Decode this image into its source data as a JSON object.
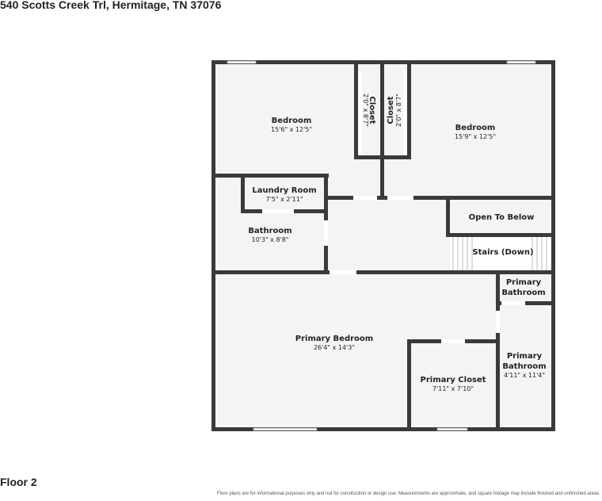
{
  "header": {
    "address": "540 Scotts Creek Trl, Hermitage, TN 37076"
  },
  "footer": {
    "floor_label": "Floor 2",
    "disclaimer": "Floor plans are for informational purposes only and not for construction or design use. Measurements are approximate, and square footage may include finished and unfinished areas."
  },
  "rooms": {
    "bedroom_left": {
      "name": "Bedroom",
      "dims": "15'6\" x 12'5\""
    },
    "closet_left": {
      "name": "Closet",
      "dims": "2'0\" x 8'7\""
    },
    "closet_right": {
      "name": "Closet",
      "dims": "2'0\" x 8'7\""
    },
    "bedroom_right": {
      "name": "Bedroom",
      "dims": "15'9\" x 12'5\""
    },
    "laundry": {
      "name": "Laundry Room",
      "dims": "7'5\" x 2'11\""
    },
    "bathroom": {
      "name": "Bathroom",
      "dims": "10'3\" x 8'8\""
    },
    "open_below": {
      "name": "Open To Below"
    },
    "stairs": {
      "name": "Stairs (Down)"
    },
    "primary_bath_small": {
      "name_line1": "Primary",
      "name_line2": "Bathroom"
    },
    "primary_bedroom": {
      "name": "Primary Bedroom",
      "dims": "26'4\" x 14'3\""
    },
    "primary_closet": {
      "name": "Primary Closet",
      "dims": "7'11\" x 7'10\""
    },
    "primary_bath": {
      "name_line1": "Primary",
      "name_line2": "Bathroom",
      "dims": "4'11\" x 11'4\""
    }
  }
}
